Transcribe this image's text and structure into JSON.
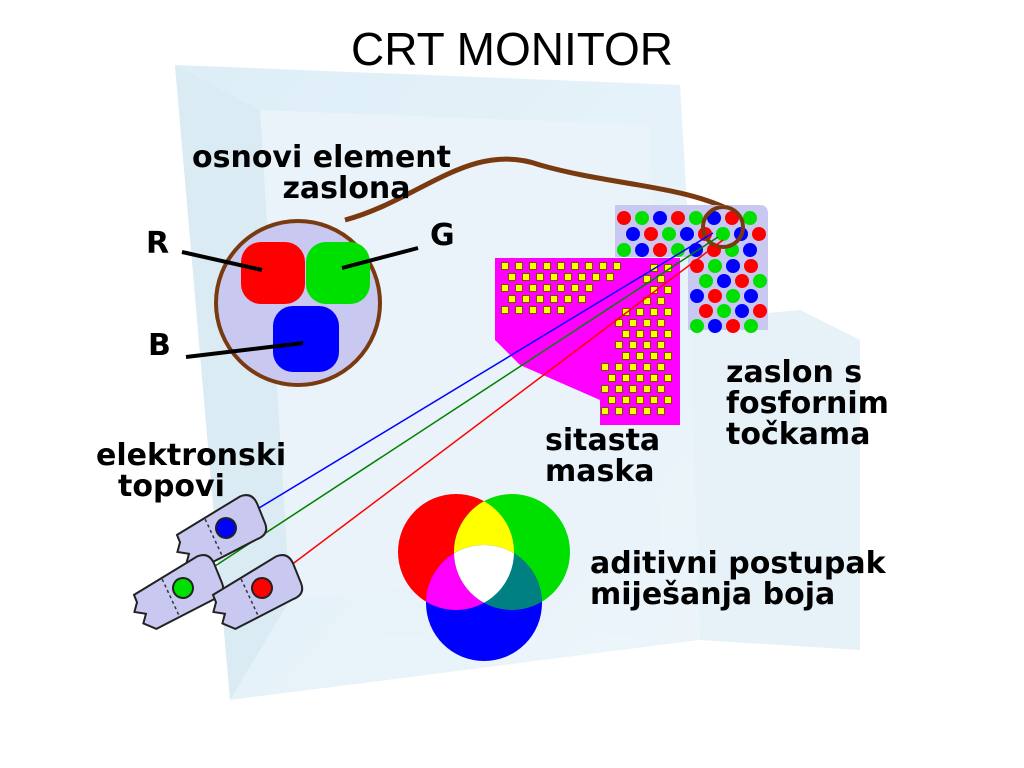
{
  "title": "CRT MONITOR",
  "labels": {
    "basic_element_line1": "osnovi element",
    "basic_element_line2": "zaslona",
    "r": "R",
    "g": "G",
    "b": "B",
    "guns_line1": "elektronski",
    "guns_line2": "topovi",
    "mask_line1": "sitasta",
    "mask_line2": "maska",
    "screen_line1": "zaslon s",
    "screen_line2": "fosfornim",
    "screen_line3": "točkama",
    "additive_line1": "aditivni postupak",
    "additive_line2": "miješanja boja"
  },
  "colors": {
    "red": "#ff0000",
    "green": "#00e000",
    "blue": "#0000ff",
    "yellow": "#ffff00",
    "magenta": "#ff00ff",
    "teal": "#008080",
    "lavender": "#c8c8f0",
    "brown": "#7a3a10"
  }
}
